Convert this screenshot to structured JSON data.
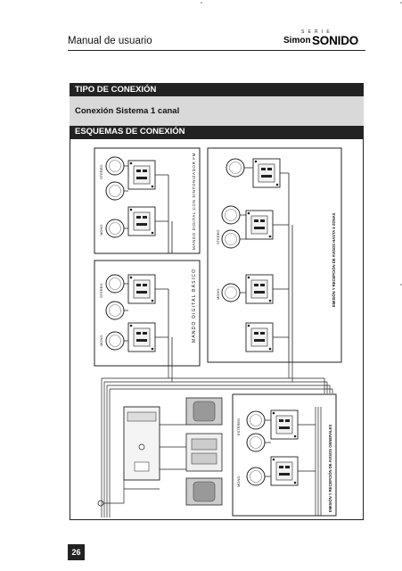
{
  "header": {
    "title": "Manual de usuario",
    "brand_serie": "S E R I E",
    "brand_simon": "Simon",
    "brand_sonido": "SONIDO"
  },
  "section": {
    "title": "TIPO DE CONEXIÓN",
    "subtitle": "Conexión Sistema 1 canal",
    "schemes_title": "ESQUEMAS DE CONEXIÓN"
  },
  "diagram": {
    "label_fm": "MANDO DIGITAL CON SINTONIZADOR FM",
    "label_basico": "MANDO DIGITAL BÁSICO",
    "label_zonas": "EMISIÓN Y RECEPCIÓN DE AVISOS HASTA 8 ZONAS",
    "label_generales": "EMISIÓN Y RECEPCIÓN DE AVISOS GENERALES",
    "label_stereo": "STEREO",
    "label_mono": "MONO",
    "label_estereo": "ESTÉREO"
  },
  "footer": {
    "page_number": "26"
  }
}
